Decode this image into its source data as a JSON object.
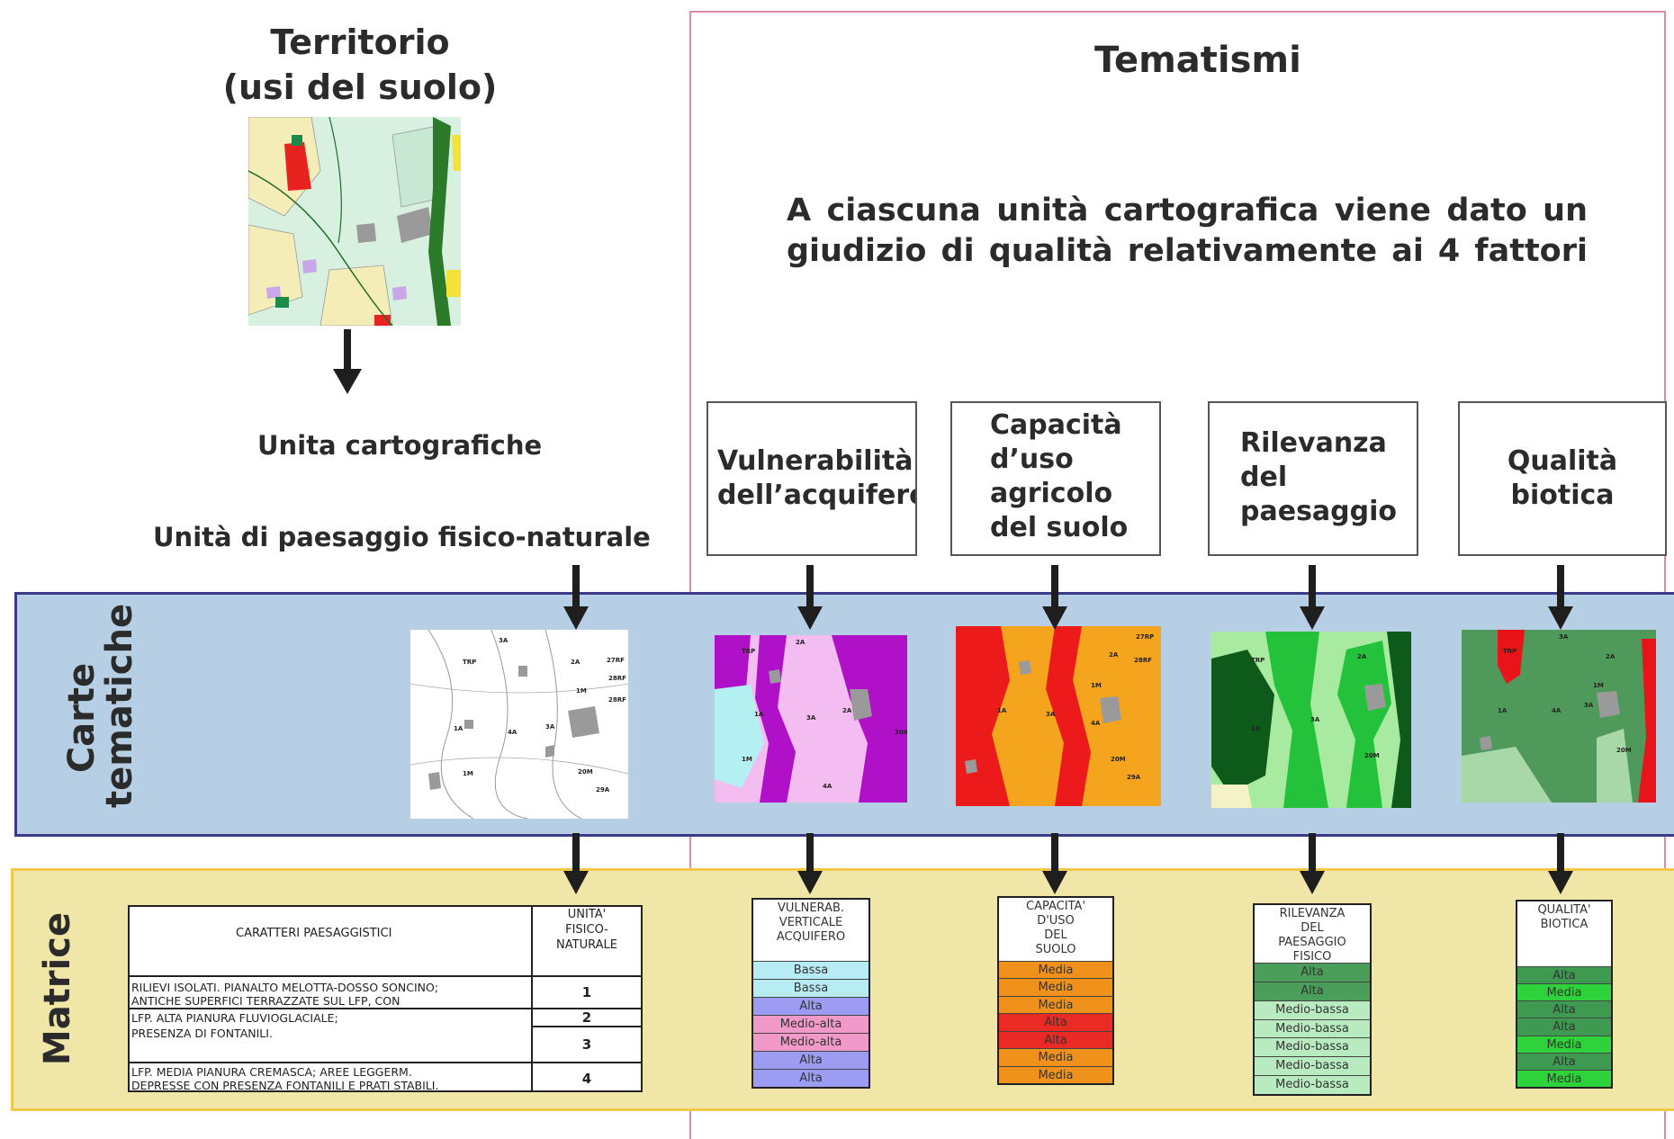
{
  "territorio": {
    "title_line1": "Territorio",
    "title_line2": "(usi del suolo)"
  },
  "unita_cartografiche": "Unita cartografiche",
  "unita_paesaggio": "Unità di paesaggio fisico-naturale",
  "tematismi": {
    "title": "Tematismi",
    "desc_line1": "A ciascuna unità cartografica viene dato un",
    "desc_line2": "giudizio di qualità relativamente ai 4 fattori"
  },
  "factors": [
    {
      "line1": "Vulnerabilità",
      "line2": "dell’acquifero"
    },
    {
      "line1": "Capacità",
      "line2": "d’uso",
      "line3": "agricolo",
      "line4": "del suolo"
    },
    {
      "line1": "Rilevanza",
      "line2": "del",
      "line3": "paesaggio"
    },
    {
      "line1": "Qualità",
      "line2": "biotica"
    }
  ],
  "band_labels": {
    "carte_line1": "Carte",
    "carte_line2": "tematiche",
    "matrice": "Matrice"
  },
  "map_labels": {
    "unit": [
      "3A",
      "TRP",
      "2A",
      "27RF",
      "28RF",
      "28RF",
      "1M",
      "1A",
      "4A",
      "3A",
      "1M",
      "20M",
      "29A"
    ],
    "vuln": [
      "TRP",
      "2A",
      "1A",
      "3A",
      "2A",
      "1M",
      "4A",
      "30A"
    ],
    "cap": [
      "27RP",
      "2A",
      "28RF",
      "1M",
      "1A",
      "3A",
      "4A",
      "20M",
      "29A"
    ],
    "ril": [
      "TRP",
      "2A",
      "1A",
      "3A",
      "20M"
    ],
    "bio": [
      "3A",
      "TRP",
      "2A",
      "1M",
      "1A",
      "4A",
      "3A",
      "20M"
    ]
  },
  "main_table": {
    "header_caratteri": "CARATTERI PAESAGGISTICI",
    "header_unita_line1": "UNITA'",
    "header_unita_line2": "FISICO-",
    "header_unita_line3": "NATURALE",
    "row1_line1": "RILIEVI ISOLATI. PIANALTO MELOTTA-DOSSO SONCINO;",
    "row1_line2": "ANTICHE SUPERFICI TERRAZZATE SUL LFP, CON",
    "row2_line1": "LFP. ALTA PIANURA FLUVIOGLACIALE;",
    "row2_line2": "PRESENZA DI  FONTANILI.",
    "row3_line1": "LFP. MEDIA PIANURA CREMASCA; AREE LEGGERM.",
    "row3_line2": "DEPRESSE CON PRESENZA FONTANILI E PRATI STABILI.",
    "nums": [
      "1",
      "2",
      "3",
      "4"
    ]
  },
  "factor_tables": [
    {
      "head": [
        "VULNERAB.",
        "VERTICALE",
        "ACQUIFERO"
      ],
      "cells": [
        {
          "label": "Bassa",
          "color": "#b8ecf4"
        },
        {
          "label": "Bassa",
          "color": "#b8ecf4"
        },
        {
          "label": "Alta",
          "color": "#9c9cf2"
        },
        {
          "label": "Medio-alta",
          "color": "#f199c9"
        },
        {
          "label": "Medio-alta",
          "color": "#f199c9"
        },
        {
          "label": "Alta",
          "color": "#9c9cf2"
        },
        {
          "label": "Alta",
          "color": "#9c9cf2"
        }
      ]
    },
    {
      "head": [
        "CAPACITA'",
        "D'USO",
        "DEL",
        "SUOLO"
      ],
      "cells": [
        {
          "label": "Media",
          "color": "#f0911c"
        },
        {
          "label": "Media",
          "color": "#f0911c"
        },
        {
          "label": "Media",
          "color": "#f0911c"
        },
        {
          "label": "Alta",
          "color": "#ea2a24"
        },
        {
          "label": "Alta",
          "color": "#ea2a24"
        },
        {
          "label": "Media",
          "color": "#f0911c"
        },
        {
          "label": "Media",
          "color": "#f0911c"
        }
      ]
    },
    {
      "head": [
        "RILEVANZA",
        "DEL",
        "PAESAGGIO",
        "FISICO"
      ],
      "cells": [
        {
          "label": "Alta",
          "color": "#4a9e5a"
        },
        {
          "label": "Alta",
          "color": "#4a9e5a"
        },
        {
          "label": "Medio-bassa",
          "color": "#b8ecc0"
        },
        {
          "label": "Medio-bassa",
          "color": "#b8ecc0"
        },
        {
          "label": "Medio-bassa",
          "color": "#b8ecc0"
        },
        {
          "label": "Medio-bassa",
          "color": "#b8ecc0"
        },
        {
          "label": "Medio-bassa",
          "color": "#b8ecc0"
        }
      ]
    },
    {
      "head": [
        "QUALITA'",
        "BIOTICA"
      ],
      "cells": [
        {
          "label": "Alta",
          "color": "#3e9a50"
        },
        {
          "label": "Media",
          "color": "#2ed23a"
        },
        {
          "label": "Alta",
          "color": "#3e9a50"
        },
        {
          "label": "Alta",
          "color": "#3e9a50"
        },
        {
          "label": "Media",
          "color": "#2ed23a"
        },
        {
          "label": "Alta",
          "color": "#3e9a50"
        },
        {
          "label": "Media",
          "color": "#2ed23a"
        }
      ]
    }
  ],
  "colors": {
    "frame": "#d98ca2",
    "carte_band": "#b6cfe4",
    "matrice_band": "#f0e6a8",
    "arrow": "#1e1e1e"
  }
}
